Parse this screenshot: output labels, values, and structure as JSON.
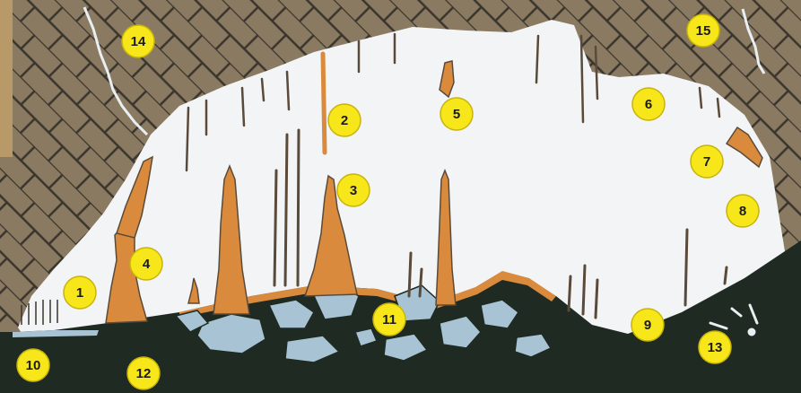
{
  "colors": {
    "rock": "#8b7a62",
    "mortar": "#3a352c",
    "cave_air": "#f2f4f6",
    "formation": "#d98a3c",
    "formation_dark": "#5a4a3a",
    "floor": "#1e2a22",
    "boulder": "#a8c4d4",
    "badge": "#f6e61a"
  },
  "labels": [
    {
      "id": "1",
      "text": "1"
    },
    {
      "id": "2",
      "text": "2"
    },
    {
      "id": "3",
      "text": "3"
    },
    {
      "id": "4",
      "text": "4"
    },
    {
      "id": "5",
      "text": "5"
    },
    {
      "id": "6",
      "text": "6"
    },
    {
      "id": "7",
      "text": "7"
    },
    {
      "id": "8",
      "text": "8"
    },
    {
      "id": "9",
      "text": "9"
    },
    {
      "id": "10",
      "text": "10"
    },
    {
      "id": "11",
      "text": "11"
    },
    {
      "id": "12",
      "text": "12"
    },
    {
      "id": "13",
      "text": "13"
    },
    {
      "id": "14",
      "text": "14"
    },
    {
      "id": "15",
      "text": "15"
    }
  ]
}
